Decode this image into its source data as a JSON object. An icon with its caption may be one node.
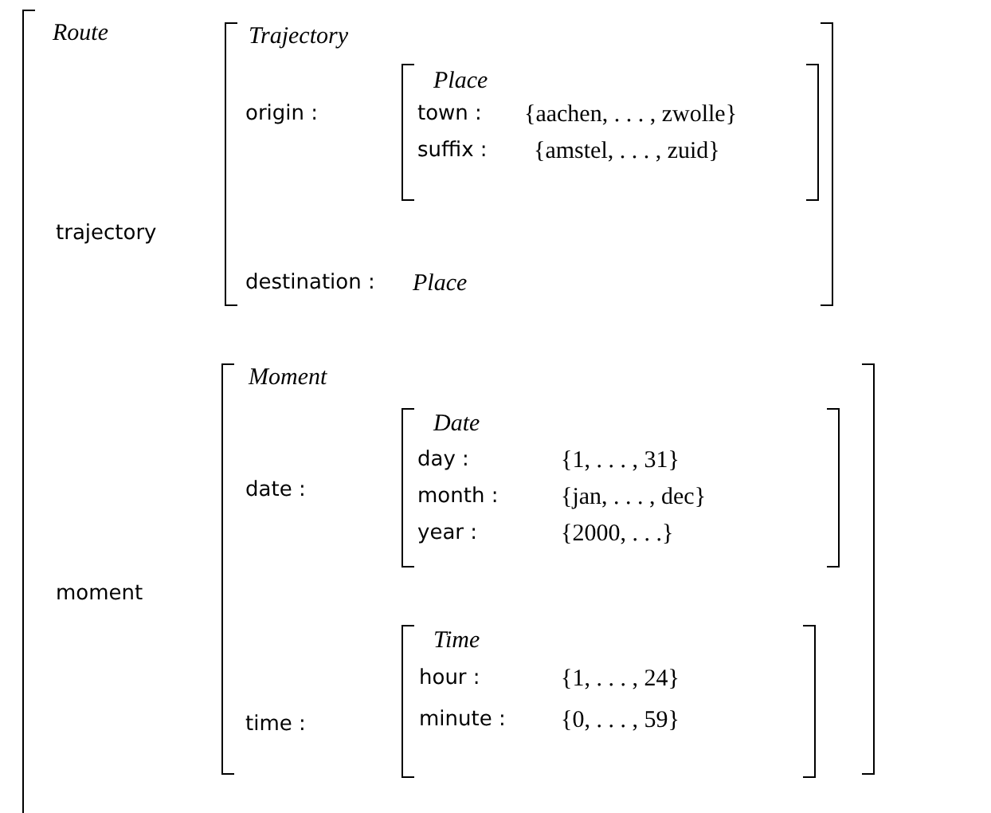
{
  "diagram": {
    "nodes": [
      {
        "text": [
          "Route",
          "trajectory",
          "moment"
        ]
      },
      {
        "text": [
          "Trajectory",
          "origin :",
          "destination :",
          "Place"
        ],
        "in": 0
      },
      {
        "text": [
          "Place",
          "town :",
          "{aachen, . . . , zwolle}",
          "suffix :",
          "{amstel, . . . , zuid}"
        ],
        "in": 1
      },
      {
        "text": [
          "Moment",
          "date :",
          "time :"
        ],
        "in": 0
      },
      {
        "text": [
          "Date",
          "day :",
          "{1, . . . , 31}",
          "month :",
          "{jan, . . . , dec}",
          "year :",
          "{2000, . . .}"
        ],
        "in": 3
      },
      {
        "text": [
          "Time",
          "hour :",
          "{1, . . . , 24}",
          "minute :",
          "{0, . . . , 59}"
        ],
        "in": 3
      }
    ]
  }
}
